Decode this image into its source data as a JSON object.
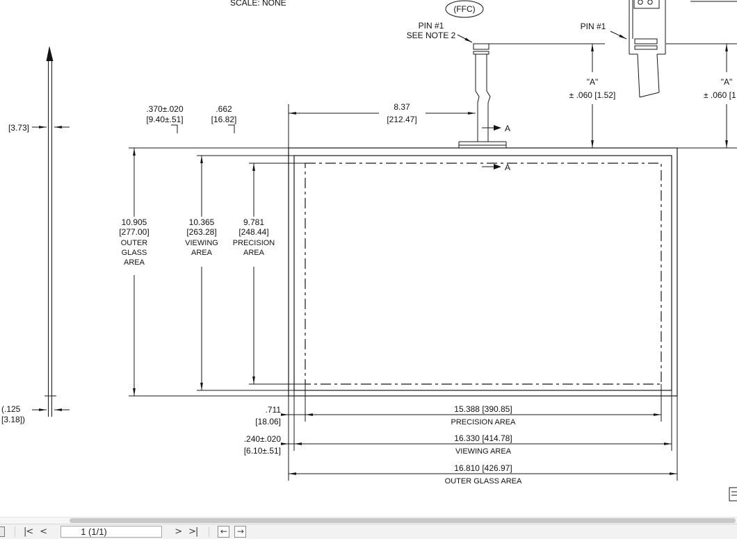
{
  "drawing": {
    "scale_note": "SCALE: NONE",
    "ffc_label": "(FFC)",
    "pin1_note": {
      "line1": "PIN #1",
      "line2": "SEE NOTE 2"
    },
    "pin1_detail_label": "PIN #1",
    "section_marker_top": "A",
    "section_marker_bottom": "A",
    "dims": {
      "stack_thickness_mm": "[3.73]",
      "glass_thickness": {
        "line1": "(.125",
        "line2": "[3.18])"
      },
      "viewing_top_offset": {
        "in": ".370±.020",
        "mm": "[9.40±.51]"
      },
      "precision_top_offset": {
        "in": ".662",
        "mm": "[16.82]"
      },
      "tail_position": {
        "in": "8.37",
        "mm": "[212.47]"
      },
      "tail_length": {
        "line1": "\"A\"",
        "line2": "± .060 [1.52]"
      },
      "tail_length_detail": {
        "line1": "\"A\"",
        "line2": "± .060 [1"
      },
      "outer_height": {
        "in": "10.905",
        "mm": "[277.00]",
        "label1": "OUTER",
        "label2": "GLASS",
        "label3": "AREA"
      },
      "viewing_height": {
        "in": "10.365",
        "mm": "[263.28]",
        "label1": "VIEWING",
        "label2": "AREA"
      },
      "precision_height": {
        "in": "9.781",
        "mm": "[248.44]",
        "label1": "PRECISION",
        "label2": "AREA"
      },
      "precision_bottom_offset": {
        "in": ".711",
        "mm": "[18.06]"
      },
      "viewing_bottom_offset": {
        "in": ".240±.020",
        "mm": "[6.10±.51]"
      },
      "precision_width": {
        "value": "15.388 [390.85]",
        "label": "PRECISION AREA"
      },
      "viewing_width": {
        "value": "16.330 [414.78]",
        "label": "VIEWING AREA"
      },
      "outer_width": {
        "value": "16.810 [426.97]",
        "label": "OUTER GLASS AREA"
      }
    },
    "line_color": "#141414"
  },
  "toolbar": {
    "page_display": "1 (1/1)",
    "first_page_glyph": "|<",
    "previous_page_glyph": "<",
    "next_page_glyph": ">",
    "last_page_glyph": ">|",
    "back_glyph": "←",
    "forward_glyph": "→"
  }
}
